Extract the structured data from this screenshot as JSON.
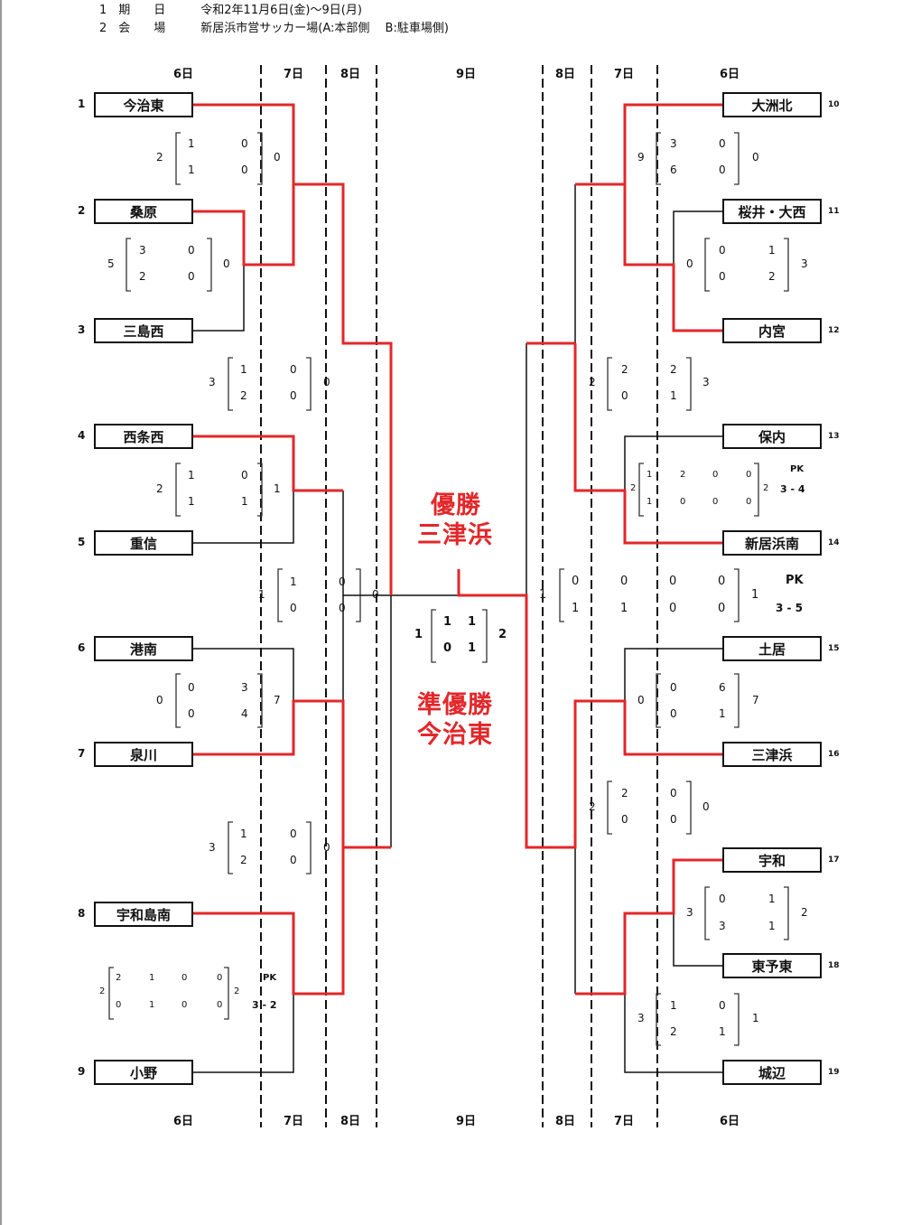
{
  "header": {
    "line1": "1　期　　日　　　令和2年11月6日(金)～9日(月)",
    "line2": "2　会　　場　　　新居浜市営サッカー場(A:本部側　 B:駐車場側)"
  },
  "days": {
    "d6": "6日",
    "d7": "7日",
    "d8": "8日",
    "d9": "9日"
  },
  "teams_left": [
    {
      "seed": "1",
      "name": "今治東"
    },
    {
      "seed": "2",
      "name": "桑原"
    },
    {
      "seed": "3",
      "name": "三島西"
    },
    {
      "seed": "4",
      "name": "西条西"
    },
    {
      "seed": "5",
      "name": "重信"
    },
    {
      "seed": "6",
      "name": "港南"
    },
    {
      "seed": "7",
      "name": "泉川"
    },
    {
      "seed": "8",
      "name": "宇和島南"
    },
    {
      "seed": "9",
      "name": "小野"
    }
  ],
  "teams_right": [
    {
      "seed": "10",
      "name": "大洲北"
    },
    {
      "seed": "11",
      "name": "桜井・大西"
    },
    {
      "seed": "12",
      "name": "内宮"
    },
    {
      "seed": "13",
      "name": "保内"
    },
    {
      "seed": "14",
      "name": "新居浜南"
    },
    {
      "seed": "15",
      "name": "土居"
    },
    {
      "seed": "16",
      "name": "三津浜"
    },
    {
      "seed": "17",
      "name": "宇和"
    },
    {
      "seed": "18",
      "name": "東予東"
    },
    {
      "seed": "19",
      "name": "城辺"
    }
  ],
  "results": {
    "winner_label": "優勝",
    "winner_team": "三津浜",
    "runnerup_label": "準優勝",
    "runnerup_team": "今治東"
  },
  "scores": [
    {
      "id": "L1",
      "left": "2",
      "right": "0",
      "r1": [
        "1",
        "0"
      ],
      "r2": [
        "1",
        "0"
      ]
    },
    {
      "id": "L2",
      "left": "5",
      "right": "0",
      "r1": [
        "3",
        "0"
      ],
      "r2": [
        "2",
        "0"
      ]
    },
    {
      "id": "L3",
      "left": "3",
      "right": "0",
      "r1": [
        "1",
        "0"
      ],
      "r2": [
        "2",
        "0"
      ]
    },
    {
      "id": "L4",
      "left": "2",
      "right": "1",
      "r1": [
        "1",
        "0"
      ],
      "r2": [
        "1",
        "1"
      ]
    },
    {
      "id": "L5",
      "left": "1",
      "right": "0",
      "r1": [
        "1",
        "0"
      ],
      "r2": [
        "0",
        "0"
      ]
    },
    {
      "id": "L6",
      "left": "0",
      "right": "7",
      "r1": [
        "0",
        "3"
      ],
      "r2": [
        "0",
        "4"
      ]
    },
    {
      "id": "L7",
      "left": "3",
      "right": "0",
      "r1": [
        "1",
        "0"
      ],
      "r2": [
        "2",
        "0"
      ]
    },
    {
      "id": "L8",
      "left": "2",
      "right": "2",
      "r1": [
        "2",
        "1",
        "0",
        "0"
      ],
      "r2": [
        "0",
        "1",
        "0",
        "0"
      ],
      "pk": "PK",
      "pkscore": "3 - 2"
    },
    {
      "id": "F",
      "left": "1",
      "right": "2",
      "r1": [
        "1",
        "1"
      ],
      "r2": [
        "0",
        "1"
      ]
    },
    {
      "id": "R1",
      "left": "9",
      "right": "0",
      "r1": [
        "3",
        "0"
      ],
      "r2": [
        "6",
        "0"
      ]
    },
    {
      "id": "R2",
      "left": "0",
      "right": "3",
      "r1": [
        "0",
        "1"
      ],
      "r2": [
        "0",
        "2"
      ]
    },
    {
      "id": "R3",
      "left": "2",
      "right": "3",
      "r1": [
        "2",
        "2"
      ],
      "r2": [
        "0",
        "1"
      ]
    },
    {
      "id": "R4",
      "left": "2",
      "right": "2",
      "r1": [
        "1",
        "2",
        "0",
        "0"
      ],
      "r2": [
        "1",
        "0",
        "0",
        "0"
      ],
      "pk": "PK",
      "pkscore": "3 - 4"
    },
    {
      "id": "R5",
      "left": "1",
      "right": "1",
      "r1": [
        "0",
        "0",
        "0",
        "0"
      ],
      "r2": [
        "1",
        "1",
        "0",
        "0"
      ],
      "pk": "PK",
      "pkscore": "3 - 5"
    },
    {
      "id": "R6",
      "left": "0",
      "right": "7",
      "r1": [
        "0",
        "6"
      ],
      "r2": [
        "0",
        "1"
      ]
    },
    {
      "id": "R7",
      "left": "2",
      "right": "0",
      "r1": [
        "2",
        "0"
      ],
      "r2": [
        "0",
        "0"
      ]
    },
    {
      "id": "R8",
      "left": "3",
      "right": "2",
      "r1": [
        "0",
        "1"
      ],
      "r2": [
        "3",
        "1"
      ]
    },
    {
      "id": "R9",
      "left": "3",
      "right": "1",
      "r1": [
        "1",
        "0"
      ],
      "r2": [
        "2",
        "1"
      ]
    }
  ],
  "colors": {
    "winner_line": "#e3272a",
    "line": "#111111"
  }
}
